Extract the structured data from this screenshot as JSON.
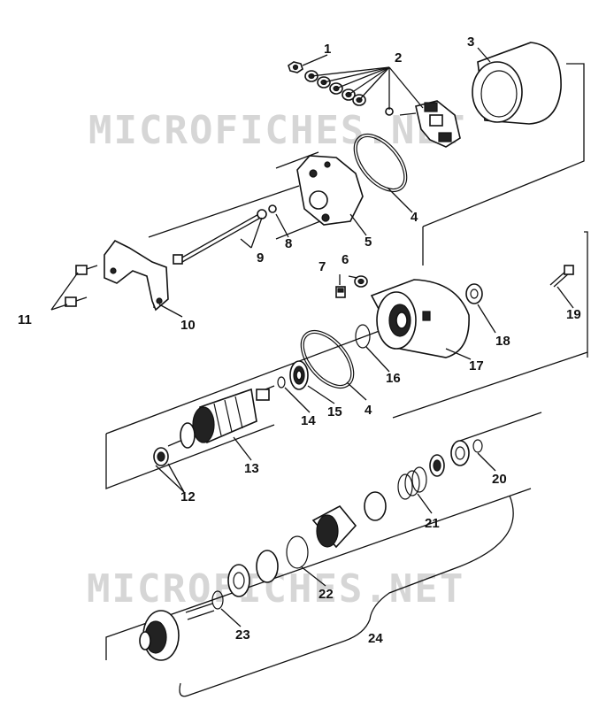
{
  "watermark": {
    "text": "MICROFICHES.NET"
  },
  "labels": [
    {
      "id": "1",
      "text": "1"
    },
    {
      "id": "2",
      "text": "2"
    },
    {
      "id": "3",
      "text": "3"
    },
    {
      "id": "4a",
      "text": "4"
    },
    {
      "id": "5",
      "text": "5"
    },
    {
      "id": "6",
      "text": "6"
    },
    {
      "id": "7",
      "text": "7"
    },
    {
      "id": "8",
      "text": "8"
    },
    {
      "id": "9",
      "text": "9"
    },
    {
      "id": "10",
      "text": "10"
    },
    {
      "id": "11",
      "text": "11"
    },
    {
      "id": "12",
      "text": "12"
    },
    {
      "id": "13",
      "text": "13"
    },
    {
      "id": "14",
      "text": "14"
    },
    {
      "id": "15",
      "text": "15"
    },
    {
      "id": "4b",
      "text": "4"
    },
    {
      "id": "16",
      "text": "16"
    },
    {
      "id": "17",
      "text": "17"
    },
    {
      "id": "18",
      "text": "18"
    },
    {
      "id": "19",
      "text": "19"
    },
    {
      "id": "20",
      "text": "20"
    },
    {
      "id": "21",
      "text": "21"
    },
    {
      "id": "22",
      "text": "22"
    },
    {
      "id": "23",
      "text": "23"
    },
    {
      "id": "24",
      "text": "24"
    }
  ]
}
